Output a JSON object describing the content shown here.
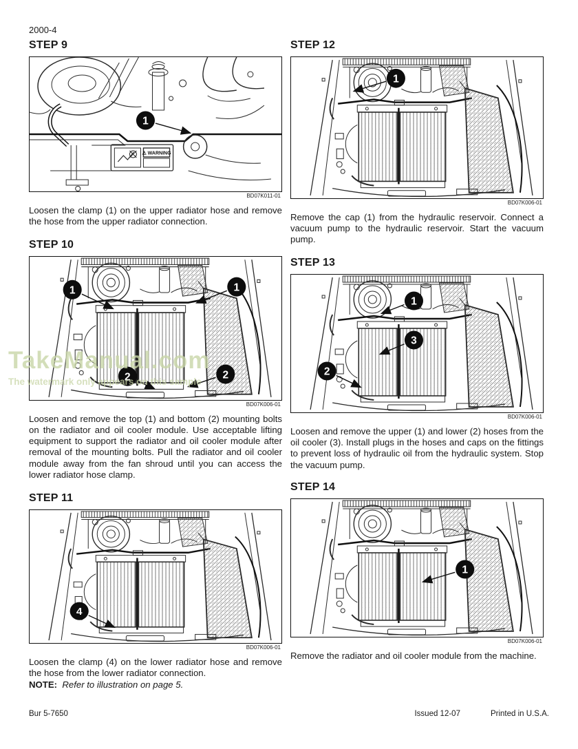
{
  "page": {
    "number": "2000-4",
    "footer": {
      "left": "Bur 5-7650",
      "issued": "Issued 12-07",
      "printed": "Printed in U.S.A."
    }
  },
  "watermark": {
    "title": "TakeManual.com",
    "subtitle": "The watermark only appears on this sample",
    "color": "#c9d6a8"
  },
  "steps": [
    {
      "id": "step-9",
      "title": "STEP 9",
      "figure_id": "BD07K011-01",
      "figure_kind": "engine",
      "warning_label": "⚠ WARNING",
      "callouts": [
        "1"
      ],
      "caption": "Loosen the clamp (1) on the upper radiator hose and remove the hose from the upper radiator connection."
    },
    {
      "id": "step-10",
      "title": "STEP 10",
      "figure_id": "BD07K006-01",
      "figure_kind": "radiator",
      "callouts": [
        "1",
        "1",
        "2",
        "2"
      ],
      "caption": "Loosen and remove the top (1) and bottom (2) mounting bolts on the radiator and oil cooler module. Use acceptable lifting equipment to support the radiator and oil cooler module after removal of the mounting bolts. Pull the radiator and oil cooler module away from the fan shroud until you can access the lower radiator hose clamp."
    },
    {
      "id": "step-11",
      "title": "STEP 11",
      "figure_id": "BD07K006-01",
      "figure_kind": "radiator",
      "callouts": [
        "4"
      ],
      "caption": "Loosen the clamp (4) on the lower radiator hose and remove the hose from the lower radiator connection.",
      "note_label": "NOTE:",
      "note_text": "Refer to illustration on page 5."
    },
    {
      "id": "step-12",
      "title": "STEP 12",
      "figure_id": "BD07K006-01",
      "figure_kind": "radiator",
      "callouts": [
        "1"
      ],
      "caption": "Remove the cap (1) from the hydraulic reservoir. Connect a vacuum pump to the hydraulic reservoir. Start the vacuum pump."
    },
    {
      "id": "step-13",
      "title": "STEP 13",
      "figure_id": "BD07K006-01",
      "figure_kind": "radiator",
      "callouts": [
        "1",
        "2",
        "3"
      ],
      "caption": "Loosen and remove the upper (1) and lower (2) hoses from the oil cooler (3). Install plugs in the hoses and caps on the fittings to prevent loss of hydraulic oil from the hydraulic system. Stop the vacuum pump."
    },
    {
      "id": "step-14",
      "title": "STEP 14",
      "figure_id": "BD07K006-01",
      "figure_kind": "radiator",
      "callouts": [
        "1"
      ],
      "caption": "Remove the radiator and oil cooler module from the machine."
    }
  ]
}
